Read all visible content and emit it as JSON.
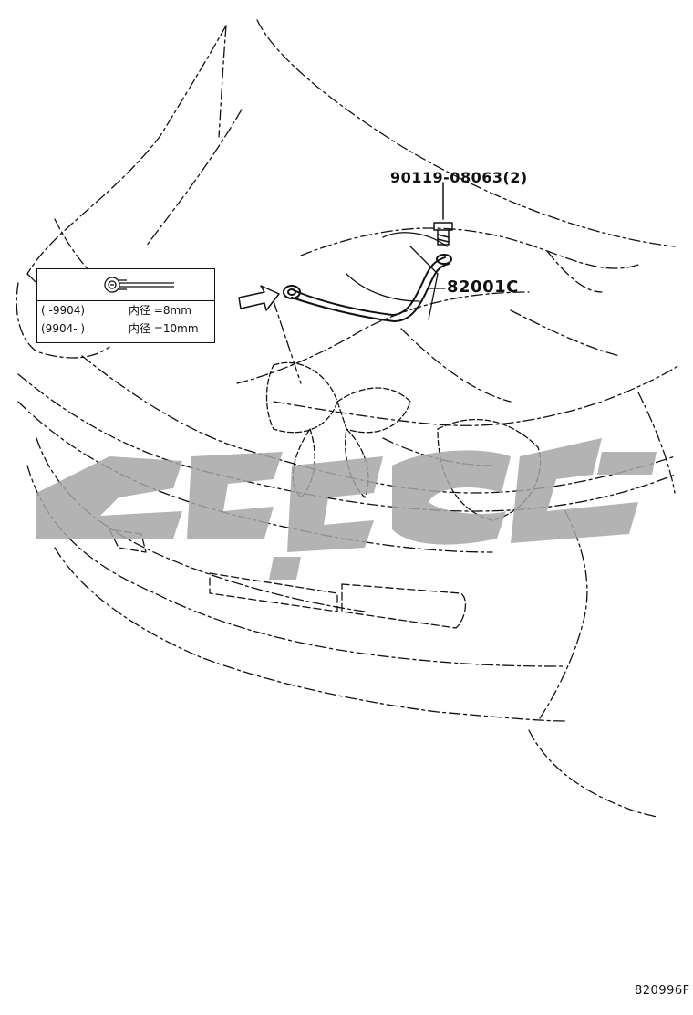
{
  "callouts": {
    "bolt_part": "90119-08063(2)",
    "wire_part": "82001C"
  },
  "inset": {
    "rows": [
      {
        "range": "(      -9904)",
        "diameter": "内径 =8mm"
      },
      {
        "range": "(9904-        )",
        "diameter": "内径 =10mm"
      }
    ]
  },
  "document_code": "820996F",
  "colors": {
    "line": "#111111",
    "watermark": "#a6a6a6"
  }
}
